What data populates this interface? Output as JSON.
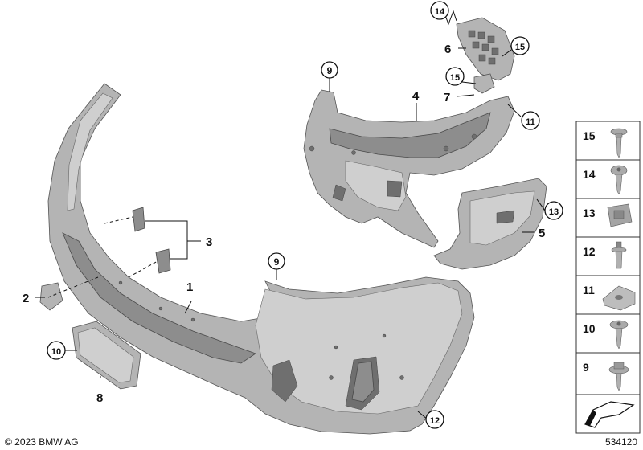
{
  "diagram": {
    "callouts": {
      "c1": "1",
      "c2": "2",
      "c3": "3",
      "c4": "4",
      "c5": "5",
      "c6": "6",
      "c7": "7",
      "c8": "8",
      "c9a": "9",
      "c9b": "9",
      "c10": "10",
      "c11": "11",
      "c12": "12",
      "c13": "13",
      "c14": "14",
      "c15a": "15",
      "c15b": "15"
    },
    "fastener_column": [
      "15",
      "14",
      "13",
      "12",
      "11",
      "10",
      "9"
    ],
    "copyright": "© 2023 BMW AG",
    "diagram_number": "534120"
  }
}
